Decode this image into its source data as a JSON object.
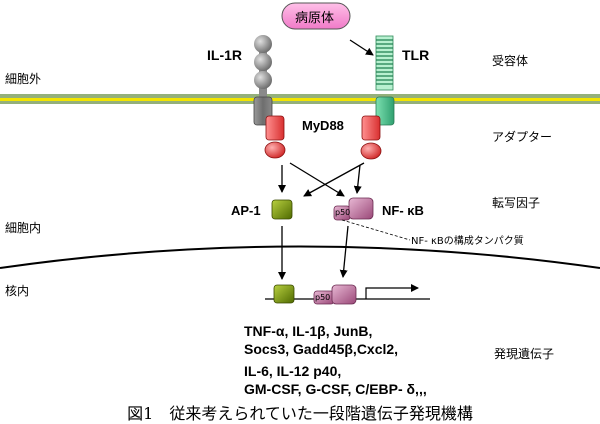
{
  "pathogen": "病原体",
  "receptors": {
    "il1r": "IL-1R",
    "tlr": "TLR"
  },
  "regions": {
    "extracellular": "細胞外",
    "intracellular": "細胞内",
    "nucleus": "核内"
  },
  "categories": {
    "receptor": "受容体",
    "adapter": "アダプター",
    "transcription_factor": "転写因子",
    "gene_expression": "発現遺伝子"
  },
  "adapter": "MyD88",
  "factors": {
    "ap1": "AP-1",
    "nfkb": "NF- κB",
    "p50": "p50"
  },
  "annotation": "NF- κBの構成タンパク質",
  "genes": [
    "TNF-α, IL-1β, JunB,",
    "Socs3, Gadd45β,Cxcl2,",
    "IL-6, IL-12 p40,",
    "GM-CSF, G-CSF, C/EBP- δ,,,"
  ],
  "caption": "図1　従来考えられていた一段階遺伝子発現機構",
  "colors": {
    "membrane_yellow": "#f2e400",
    "membrane_green": "#94b07a",
    "tlr_green": "#48c08a",
    "il1r_gray": "#8a8a8a",
    "myd88_red": "#e84848",
    "ap1_olive": "#7a9a10",
    "nfkb_purple": "#b8709a",
    "pathogen_pink": "#f59ad4"
  }
}
